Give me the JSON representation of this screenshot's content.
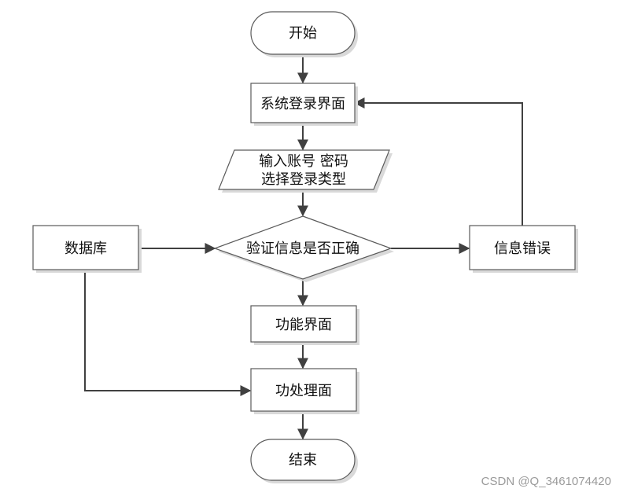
{
  "nodes": {
    "start": "开始",
    "login": "系统登录界面",
    "input_line1": "输入账号 密码",
    "input_line2": "选择登录类型",
    "database": "数据库",
    "verify": "验证信息是否正确",
    "error": "信息错误",
    "function": "功能界面",
    "process": "功处理面",
    "end": "结束"
  },
  "watermark": "CSDN @Q_3461074420"
}
